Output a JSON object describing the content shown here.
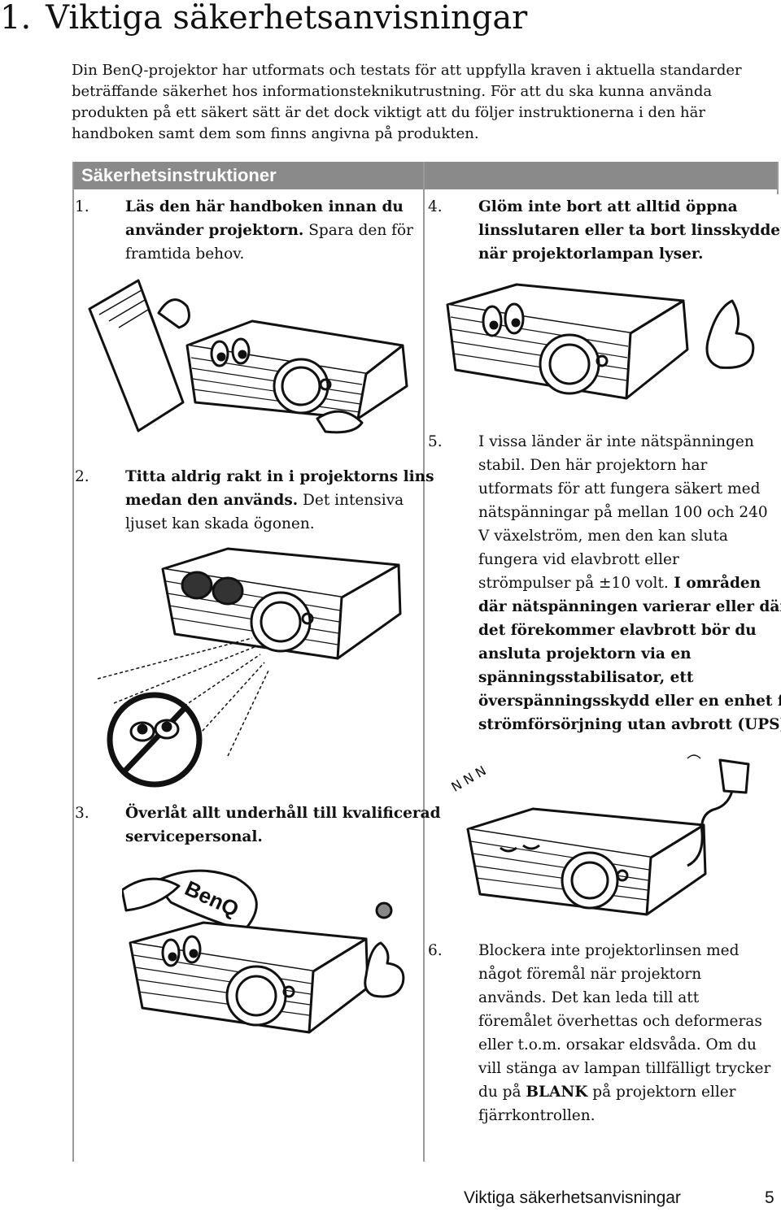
{
  "heading": {
    "number": "1.",
    "title": "Viktiga säkerhetsanvisningar"
  },
  "intro_lines": [
    "Din BenQ-projektor har utformats och testats för att uppfylla kraven i aktuella standarder",
    "beträffande säkerhet hos informationsteknikutrustning. För att du ska kunna använda",
    "produkten på ett säkert sätt är det dock viktigt att du följer instruktionerna i den här",
    "handboken samt dem som finns angivna på produkten."
  ],
  "section_title": "Säkerhetsinstruktioner",
  "items": [
    {
      "number": "1.",
      "line1": "Läs den här handboken innan du",
      "line2_bold": "använder projektorn.",
      "line2_rest": " Spara den för",
      "line3": "framtida behov."
    },
    {
      "number": "2.",
      "line1": "Titta aldrig rakt in i projektorns lins",
      "line2_bold": "medan den används.",
      "line2_rest": " Det intensiva",
      "line3": "ljuset kan skada ögonen."
    },
    {
      "number": "3.",
      "line1": "Överlåt allt underhåll till kvalificerad",
      "line2": "servicepersonal."
    },
    {
      "number": "4.",
      "line1": "Glöm inte bort att alltid öppna",
      "line2": "linsslutaren eller ta bort linsskyddet",
      "line3": "när projektorlampan lyser."
    },
    {
      "number": "5.",
      "lines": [
        "I vissa länder är inte nätspänningen",
        "stabil.",
        " Den här projektorn har",
        "utformats för att fungera säkert med",
        "nätspänningar på mellan 100 och 240",
        "V växelström, men den kan sluta",
        "fungera vid elavbrott eller",
        "strömpulser på ±10 volt.",
        " I områden",
        "där nätspänningen varierar eller där",
        "det förekommer elavbrott bör du",
        "ansluta projektorn via en",
        "spänningsstabilisator, ett",
        "överspänningsskydd eller en enhet för",
        "strömförsörjning utan avbrott (UPS)."
      ]
    },
    {
      "number": "6.",
      "lines": [
        "Blockera inte projektorlinsen med",
        "något föremål när projektorn",
        "används. Det kan leda till att",
        "föremålet överhettas och deformeras",
        "eller t.o.m. orsakar eldsvåda. Om du",
        "vill stänga av lampan tillfälligt trycker",
        "du på ",
        "BLANK",
        " på projektorn eller",
        "fjärrkontrollen."
      ]
    }
  ],
  "illustration_text": {
    "cap_logo": "BenQ",
    "snore": "N N N"
  },
  "footer": {
    "title": "Viktiga säkerhetsanvisningar",
    "page": "5"
  }
}
